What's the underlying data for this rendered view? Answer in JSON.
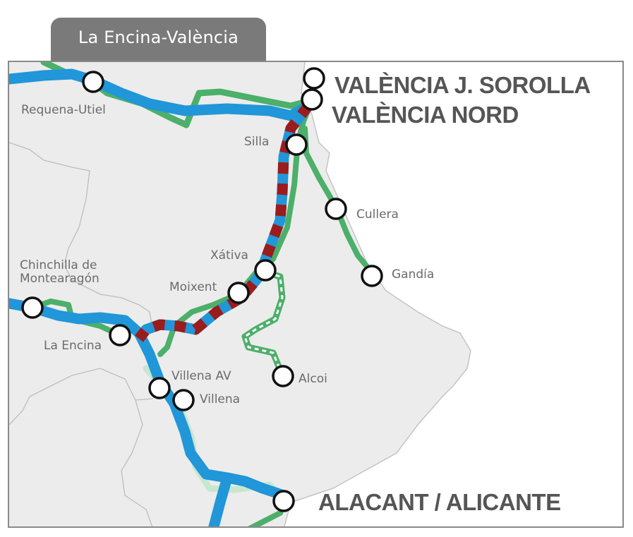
{
  "header": {
    "title": "La Encina-València"
  },
  "colors": {
    "land": "#ececec",
    "sea": "#ffffff",
    "border": "#bdbdbd",
    "high_speed_line": "#2196d8",
    "conventional_line": "#4caf6a",
    "conventional_line_light": "#c8e6d0",
    "works_dash": "#9b1c1c",
    "station_fill": "#ffffff",
    "station_stroke": "#111111",
    "label": "#6b6b6b",
    "main_label": "#555555",
    "tab_bg": "#7a7a7a"
  },
  "stations": {
    "valencia_sorolla": "VALÈNCIA J. SOROLLA",
    "valencia_nord": "VALÈNCIA NORD",
    "requena": "Requena-Utiel",
    "silla": "Silla",
    "cullera": "Cullera",
    "gandia": "Gandía",
    "xativa": "Xátiva",
    "moixent": "Moixent",
    "chinchilla_line1": "Chinchilla de",
    "chinchilla_line2": "Montearagón",
    "la_encina": "La Encina",
    "villena_av": "Villena AV",
    "villena": "Villena",
    "alcoi": "Alcoi",
    "alicante": "ALACANT / ALICANTE"
  }
}
